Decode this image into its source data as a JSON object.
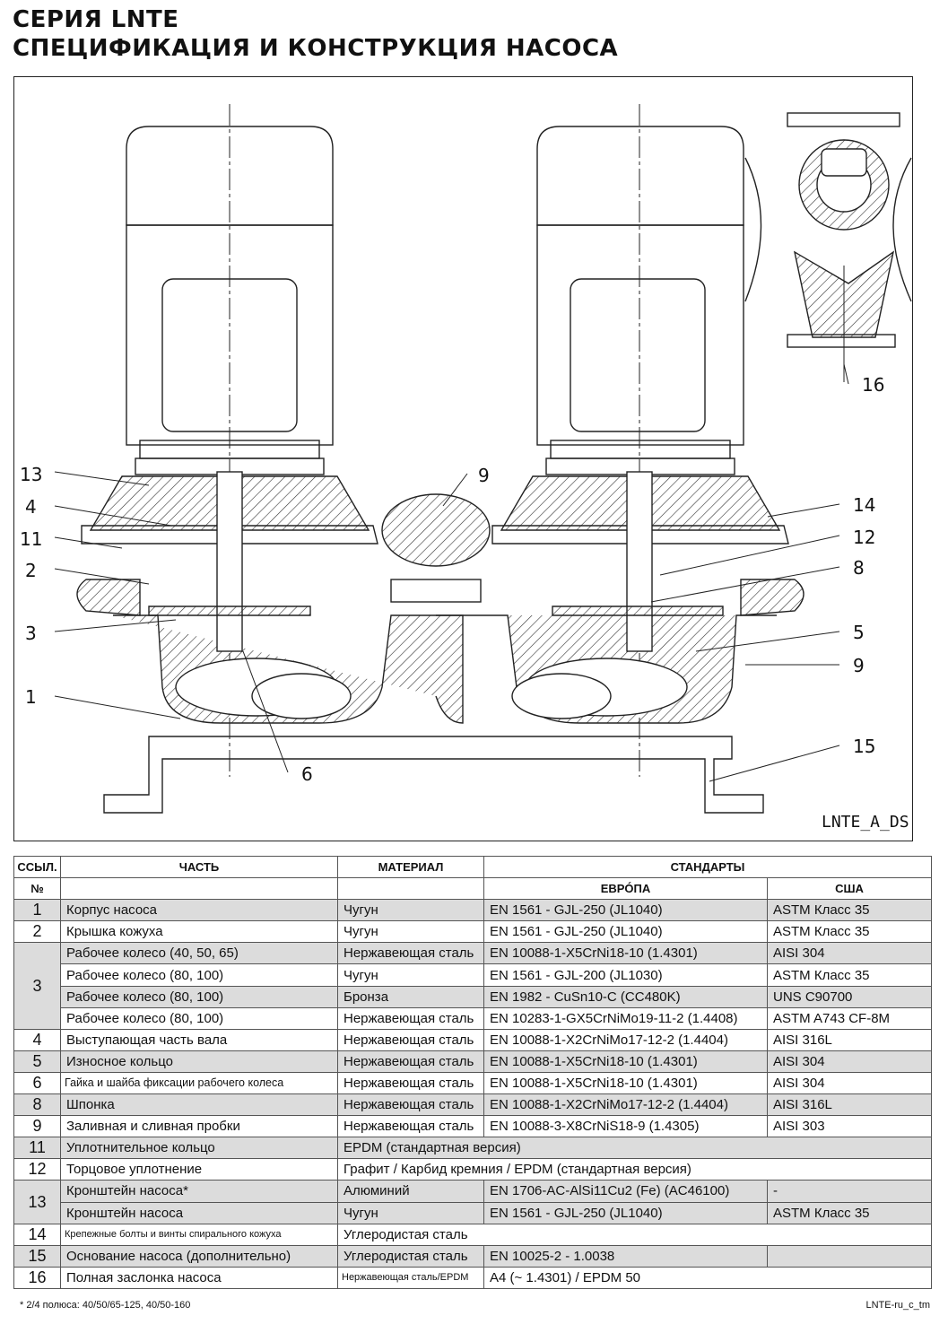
{
  "title": {
    "line1": "СЕРИЯ LNTE",
    "line2": "СПЕЦИФИКАЦИЯ И КОНСТРУКЦИЯ НАСОСА"
  },
  "drawing": {
    "code": "LNTE_A_DS",
    "callouts": [
      "13",
      "4",
      "11",
      "2",
      "3",
      "1",
      "6",
      "9",
      "14",
      "12",
      "8",
      "5",
      "9",
      "15",
      "16"
    ]
  },
  "table": {
    "headers": {
      "ref_top": "ССЫЛ.",
      "ref_bottom": "№",
      "part": "ЧАСТЬ",
      "material": "МАТЕРИАЛ",
      "standards": "СТАНДАРТЫ",
      "europe": "ЕВРÓПА",
      "usa": "США"
    },
    "rows": [
      {
        "ref": "1",
        "part": "Корпус насоса",
        "material": "Чугун",
        "eu": "EN 1561 - GJL-250 (JL1040)",
        "us": "ASTM Класс 35"
      },
      {
        "ref": "2",
        "part": "Крышка кожуха",
        "material": "Чугун",
        "eu": "EN 1561 - GJL-250 (JL1040)",
        "us": "ASTM Класс 35"
      },
      {
        "ref": "3",
        "part": "Рабочее колесо (40, 50, 65)",
        "material": "Нержавеющая сталь",
        "eu": "EN 10088-1-X5CrNi18-10 (1.4301)",
        "us": "AISI 304"
      },
      {
        "ref": "",
        "part": "Рабочее колесо (80, 100)",
        "material": "Чугун",
        "eu": "EN 1561 - GJL-200 (JL1030)",
        "us": "ASTM Класс 35"
      },
      {
        "ref": "",
        "part": "Рабочее колесо (80, 100)",
        "material": "Бронза",
        "eu": "EN 1982 - CuSn10-C (CC480K)",
        "us": "UNS C90700"
      },
      {
        "ref": "",
        "part": "Рабочее колесо (80, 100)",
        "material": "Нержавеющая сталь",
        "eu": "EN 10283-1-GX5CrNiMo19-11-2 (1.4408)",
        "us": "ASTM A743 CF-8M"
      },
      {
        "ref": "4",
        "part": "Выступающая часть вала",
        "material": "Нержавеющая сталь",
        "eu": "EN 10088-1-X2CrNiMo17-12-2 (1.4404)",
        "us": "AISI 316L"
      },
      {
        "ref": "5",
        "part": "Износное кольцо",
        "material": "Нержавеющая сталь",
        "eu": "EN 10088-1-X5CrNi18-10 (1.4301)",
        "us": "AISI 304"
      },
      {
        "ref": "6",
        "part": "Гайка и шайба фиксации рабочего колеса",
        "material": "Нержавеющая сталь",
        "eu": "EN 10088-1-X5CrNi18-10 (1.4301)",
        "us": "AISI 304"
      },
      {
        "ref": "8",
        "part": "Шпонка",
        "material": "Нержавеющая сталь",
        "eu": "EN 10088-1-X2CrNiMo17-12-2 (1.4404)",
        "us": "AISI 316L"
      },
      {
        "ref": "9",
        "part": "Заливная и сливная пробки",
        "material": "Нержавеющая сталь",
        "eu": "EN 10088-3-X8CrNiS18-9 (1.4305)",
        "us": "AISI 303"
      },
      {
        "ref": "11",
        "part": "Уплотнительное кольцо",
        "material": "EPDM (стандартная версия)",
        "eu": "",
        "us": ""
      },
      {
        "ref": "12",
        "part": "Торцовое уплотнение",
        "material": "Графит / Карбид кремния / EPDM (стандартная версия)",
        "eu": "",
        "us": ""
      },
      {
        "ref": "13",
        "part": "Кронштейн насоса*",
        "material": "Алюминий",
        "eu": "EN 1706-AC-AlSi11Cu2 (Fe) (AC46100)",
        "us": "-"
      },
      {
        "ref": "",
        "part": "Кронштейн насоса",
        "material": "Чугун",
        "eu": "EN 1561 - GJL-250 (JL1040)",
        "us": "ASTM Класс 35"
      },
      {
        "ref": "14",
        "part": "Крепежные болты и винты спирального кожуха",
        "material": "Углеродистая сталь",
        "eu": "",
        "us": ""
      },
      {
        "ref": "15",
        "part": "Основание насоса (дополнительно)",
        "material": "Углеродистая сталь",
        "eu": "EN 10025-2 - 1.0038",
        "us": ""
      },
      {
        "ref": "16",
        "part": "Полная заслонка насоса",
        "material": "Нержавеющая сталь/EPDM",
        "eu": "A4 (~ 1.4301) / EPDM 50",
        "us": ""
      }
    ]
  },
  "footnote": "* 2/4 полюса: 40/50/65-125, 40/50-160",
  "footer_code": "LNTE-ru_c_tm"
}
